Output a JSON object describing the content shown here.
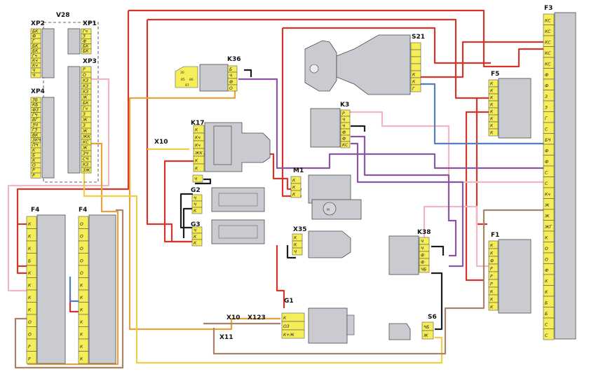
{
  "labels": {
    "v28": "V28",
    "xp1": "XP1",
    "xp2": "XP2",
    "xp3": "XP3",
    "xp4": "XP4",
    "k36": "K36",
    "k17": "K17",
    "k3": "K3",
    "k38": "K38",
    "s21": "S21",
    "s6": "S6",
    "f1": "F1",
    "f3": "F3",
    "f4a": "F4",
    "f4b": "F4",
    "f5": "F5",
    "m1": "M1",
    "g1": "G1",
    "g2": "G2",
    "g3": "G3",
    "x10a": "X10",
    "x10b": "X10",
    "x11": "X11",
    "x35": "X35",
    "x123": "X123"
  },
  "pins": {
    "k36": [
      "Б",
      "Ч",
      "Ф",
      "О"
    ],
    "k17": [
      "К",
      "Кч",
      "Кч",
      "ЖК",
      "К",
      "К"
    ],
    "k3": [
      "Р",
      "Ч",
      "Ч",
      "Ф",
      "Ф",
      "КС"
    ],
    "k38": [
      "Ч",
      "Ч",
      "Ф",
      "Ф",
      "ЧБ"
    ],
    "s21": [
      "",
      "",
      "",
      "",
      "К",
      "К",
      "Г"
    ],
    "m1": [
      "К",
      "К",
      "К"
    ],
    "g2": [
      "Ч",
      "Ч",
      "К"
    ],
    "g3": [
      "Ч",
      "К",
      "К"
    ],
    "x35": [
      "К",
      "К",
      "Ч"
    ],
    "x10": [
      "Ч"
    ],
    "g1": [
      "К",
      "ОЗ",
      "К+Ж"
    ],
    "s6": [
      "ЧБ",
      "Ж"
    ],
    "f5": [
      "К",
      "К",
      "К",
      "К",
      "К",
      "К",
      "К",
      "К"
    ],
    "f1": [
      "К",
      "К",
      "Ф",
      "Р",
      "Р",
      "Р",
      "К",
      "К",
      "К"
    ],
    "f3": [
      "КС",
      "КС",
      "КС",
      "КС",
      "КС",
      "Ф",
      "Ф",
      "З",
      "З",
      "Г",
      "С",
      "БЧ",
      "Ф",
      "Ф",
      "С",
      "С",
      "Кч",
      "Ж",
      "Ж",
      "ЖГ",
      "К",
      "О",
      "О",
      "Ф",
      "К",
      "К",
      "Б",
      "Б",
      "С",
      "С"
    ],
    "f4a": [
      "К",
      "К",
      "К",
      "Б",
      "К",
      "К",
      "К",
      "К",
      "О",
      "О",
      "Р",
      "Р"
    ],
    "f4b": [
      "О",
      "О",
      "О",
      "О",
      "О",
      "К",
      "К",
      "К",
      "К",
      "К",
      "К",
      "К"
    ],
    "xp1": [
      "Гч",
      "З",
      "Ф",
      "БК",
      "БК"
    ],
    "xp2": [
      "БК",
      "Ф",
      "Г",
      "БК",
      "БК",
      "Гч",
      "Кч",
      "Кч",
      "Ч",
      "Ч"
    ],
    "xp3": [
      "Р",
      "О",
      "К3",
      "К3",
      "КЗ",
      "Ж",
      "БК",
      "Гч",
      "З",
      "Ж",
      "З",
      "Ж",
      "ЖК",
      "КС",
      "Ж",
      "ЗЧ",
      "СЧ",
      "КЗ",
      "ЗЖ"
    ],
    "xp4": [
      "ЗБ",
      "КБ",
      "ФЗ",
      "ГЧ",
      "ВГ",
      "ЗЧ",
      "ГЗ",
      "ВК",
      "ЗКЧ",
      "ПЧ",
      "К",
      "Б",
      "К",
      "О",
      "Р",
      "Р"
    ],
    "relay_small": [
      "30",
      "85",
      "86",
      "87"
    ]
  },
  "colors": {
    "red": "#d7342a",
    "pink": "#f2b6c3",
    "purple": "#8b55a6",
    "blue": "#4f7fc0",
    "orange": "#e8a23c",
    "yellow_wire": "#f0cd45",
    "brown": "#a7836c",
    "black": "#1c1c1c",
    "connector": "#f6ee58",
    "block": "#c9cbd0"
  }
}
